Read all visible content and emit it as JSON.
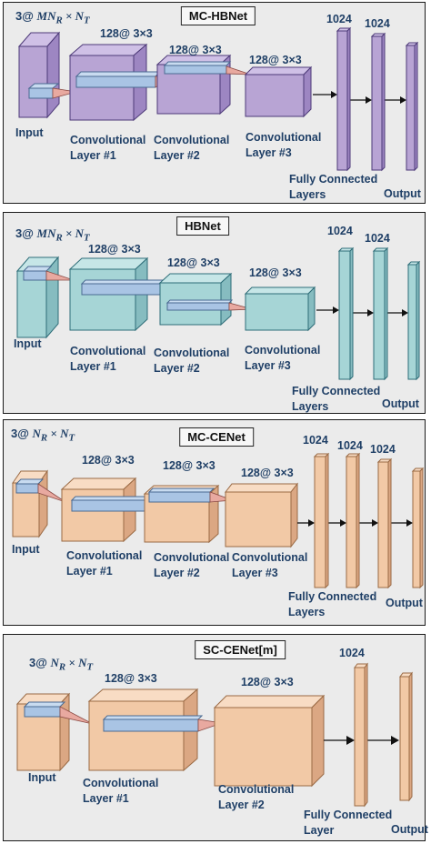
{
  "panels": [
    {
      "title": "MC-HBNet",
      "input_dims": {
        "prefix": "3@ ",
        "expr": "MN",
        "sub1": "R",
        "times": " × N",
        "sub2": "T"
      },
      "input_label": "Input",
      "layers": [
        {
          "label": "Convolutional\nLayer #1",
          "spec": "128@ 3×3"
        },
        {
          "label": "Convolutional\nLayer #2",
          "spec": "128@ 3×3"
        },
        {
          "label": "Convolutional\nLayer #3",
          "spec": "128@ 3×3"
        }
      ],
      "fc_sizes": [
        "1024",
        "1024"
      ],
      "fc_label": "Fully  Connected\nLayers",
      "output_label": "Output",
      "color": {
        "fill": "#b8a4d4",
        "stroke": "#4d3a78"
      }
    },
    {
      "title": "HBNet",
      "input_dims": {
        "prefix": "3@ ",
        "expr": "MN",
        "sub1": "R",
        "times": " × N",
        "sub2": "T"
      },
      "input_label": "Input",
      "layers": [
        {
          "label": "Convolutional\nLayer #1",
          "spec": "128@ 3×3"
        },
        {
          "label": "Convolutional\nLayer #2",
          "spec": "128@ 3×3"
        },
        {
          "label": "Convolutional\nLayer #3",
          "spec": "128@ 3×3"
        }
      ],
      "fc_sizes": [
        "1024",
        "1024"
      ],
      "fc_label": "Fully  Connected\nLayers",
      "output_label": "Output",
      "color": {
        "fill": "#a6d5d6",
        "stroke": "#2e6d78"
      }
    },
    {
      "title": "MC-CENet",
      "input_dims": {
        "prefix": "3@ ",
        "expr": "N",
        "sub1": "R",
        "times": " × N",
        "sub2": "T"
      },
      "input_label": "Input",
      "layers": [
        {
          "label": "Convolutional\nLayer #1",
          "spec": "128@ 3×3"
        },
        {
          "label": "Convolutional\nLayer #2",
          "spec": "128@ 3×3"
        },
        {
          "label": "Convolutional\nLayer #3",
          "spec": "128@ 3×3"
        }
      ],
      "fc_sizes": [
        "1024",
        "1024",
        "1024"
      ],
      "fc_label": "Fully  Connected\nLayers",
      "output_label": "Output",
      "color": {
        "fill": "#f2c9a6",
        "stroke": "#9a6a44"
      }
    },
    {
      "title": "SC-CENet[m]",
      "input_dims": {
        "prefix": "3@ ",
        "expr": "N",
        "sub1": "R",
        "times": " × N",
        "sub2": "T"
      },
      "input_label": "Input",
      "layers": [
        {
          "label": "Convolutional\nLayer #1",
          "spec": "128@ 3×3"
        },
        {
          "label": "Convolutional\nLayer #2",
          "spec": "128@ 3×3"
        }
      ],
      "fc_sizes": [
        "1024"
      ],
      "fc_label": "Fully  Connected\nLayer",
      "output_label": "Output",
      "color": {
        "fill": "#f2c9a6",
        "stroke": "#9a6a44"
      }
    }
  ],
  "colors": {
    "kernel": "#a9c4e4",
    "kernel_stroke": "#4a6a92",
    "cone": "#e8a9a0",
    "text": "#1f3f66"
  }
}
